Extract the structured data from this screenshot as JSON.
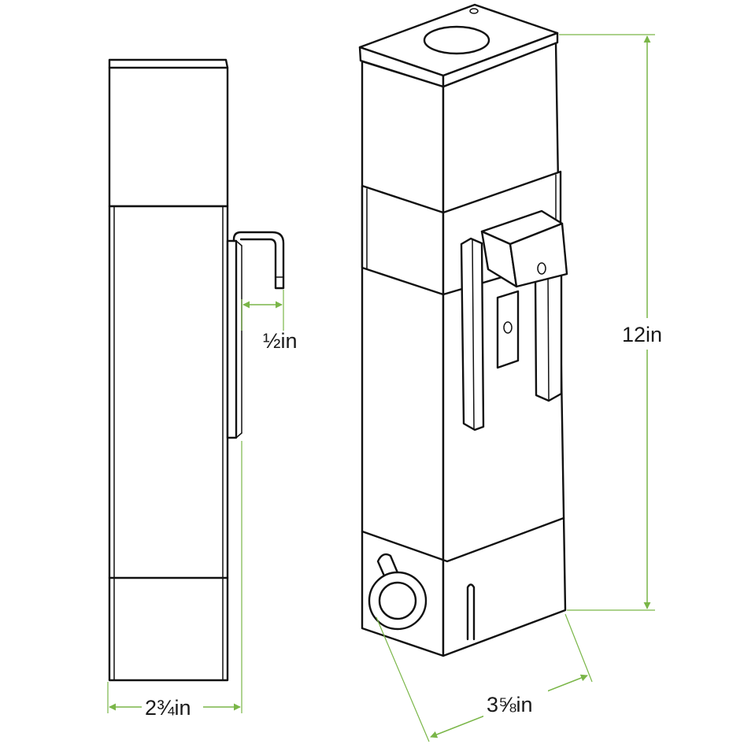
{
  "colors": {
    "dimension": "#7ab648",
    "linework": "#111111",
    "background": "#ffffff"
  },
  "dimensions": {
    "hook_offset": "½in",
    "side_width": "2¾in",
    "height": "12in",
    "depth": "3⅝in"
  }
}
